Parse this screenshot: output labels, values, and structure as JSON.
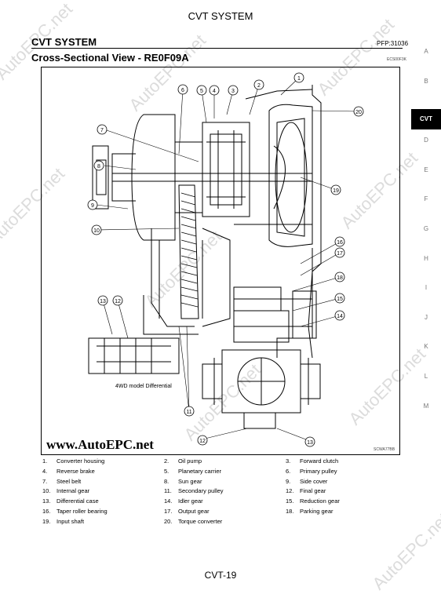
{
  "header": {
    "top_title": "CVT SYSTEM",
    "section_title": "CVT SYSTEM",
    "ref_code": "PFP:31036",
    "subtitle": "Cross-Sectional View - RE0F09A",
    "fig_code": "ECS00F3K"
  },
  "figure": {
    "diff_label": "4WD model Differential",
    "watermark_url": "www.AutoEPC.net",
    "scw_code": "SCWA77BB",
    "callouts": [
      "1",
      "2",
      "3",
      "4",
      "5",
      "6",
      "7",
      "8",
      "9",
      "10",
      "11",
      "12",
      "13",
      "14",
      "15",
      "16",
      "17",
      "18",
      "19",
      "20"
    ]
  },
  "legend": [
    [
      {
        "n": "1.",
        "t": "Converter housing"
      },
      {
        "n": "2.",
        "t": "Oil pump"
      },
      {
        "n": "3.",
        "t": "Forward clutch"
      }
    ],
    [
      {
        "n": "4.",
        "t": "Reverse brake"
      },
      {
        "n": "5.",
        "t": "Planetary carrier"
      },
      {
        "n": "6.",
        "t": "Primary pulley"
      }
    ],
    [
      {
        "n": "7.",
        "t": "Steel belt"
      },
      {
        "n": "8.",
        "t": "Sun gear"
      },
      {
        "n": "9.",
        "t": "Side cover"
      }
    ],
    [
      {
        "n": "10.",
        "t": "Internal gear"
      },
      {
        "n": "11.",
        "t": "Secondary pulley"
      },
      {
        "n": "12.",
        "t": "Final gear"
      }
    ],
    [
      {
        "n": "13.",
        "t": "Differential case"
      },
      {
        "n": "14.",
        "t": "Idler gear"
      },
      {
        "n": "15.",
        "t": "Reduction gear"
      }
    ],
    [
      {
        "n": "16.",
        "t": "Taper roller bearing"
      },
      {
        "n": "17.",
        "t": "Output gear"
      },
      {
        "n": "18.",
        "t": "Parking gear"
      }
    ],
    [
      {
        "n": "19.",
        "t": "Input shaft"
      },
      {
        "n": "20.",
        "t": "Torque converter"
      }
    ]
  ],
  "side_index": [
    "A",
    "B",
    "CVT",
    "D",
    "E",
    "F",
    "G",
    "H",
    "I",
    "J",
    "K",
    "L",
    "M"
  ],
  "side_index_active": "CVT",
  "watermark_text": "AutoEPC.net",
  "page_number": "CVT-19"
}
